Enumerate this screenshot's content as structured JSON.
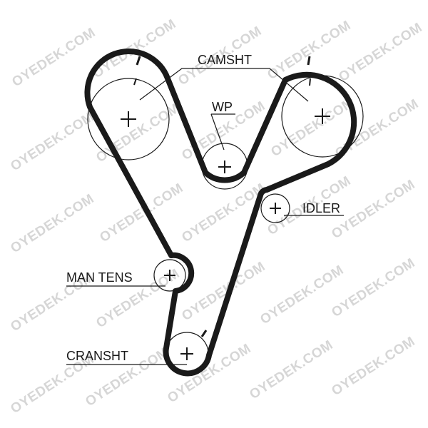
{
  "watermark": "OYEDEK.COM",
  "labels": {
    "camshaft": "CAMSHT",
    "water_pump": "WP",
    "idler": "IDLER",
    "man_tens": "MAN TENS",
    "crankshaft": "CRANSHT"
  },
  "colors": {
    "belt": "#1a1a1a",
    "lines": "#1a1a1a",
    "watermark": "#d6d6d6",
    "background": "#ffffff"
  }
}
